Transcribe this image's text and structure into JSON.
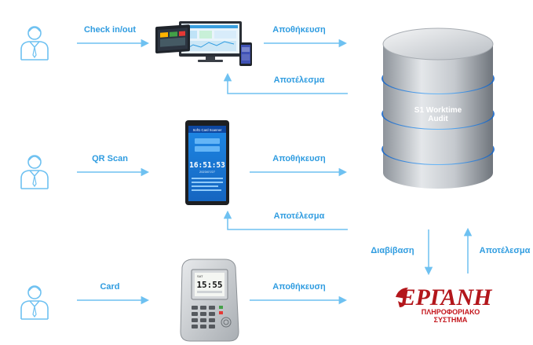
{
  "colors": {
    "arrow": "#6ec1f1",
    "label": "#2f9ce0",
    "db_glow": "#1f8cff",
    "ergani": "#b3161b"
  },
  "rows": [
    {
      "action_label": "Check in/out",
      "store_label": "Αποθήκευση",
      "result_label": "Αποτέλεσμα",
      "device_icon": "dashboard-monitors-icon"
    },
    {
      "action_label": "QR Scan",
      "store_label": "Αποθήκευση",
      "result_label": "Αποτέλεσμα",
      "device_icon": "qr-tablet-icon"
    },
    {
      "action_label": "Card",
      "store_label": "Αποθήκευση",
      "device_icon": "card-terminal-icon"
    }
  ],
  "database": {
    "label_line1": "S1 Worktime",
    "label_line2": "Audit",
    "icon": "database-cylinder-icon"
  },
  "ergani": {
    "read_label": "Διαβίβαση",
    "result_label": "Αποτέλεσμα",
    "logo_text": "ΕΡΓΑΝΗ",
    "subtitle_line1": "ΠΛΗΡΟΦΟΡΙΑΚΟ",
    "subtitle_line2": "ΣΥΣΤΗΜΑ"
  },
  "tablet": {
    "header": "Soft1 Card Scanner",
    "time": "16:51:53",
    "date": "2023/07/27"
  },
  "terminal": {
    "time": "15:55",
    "date": "SAT"
  }
}
